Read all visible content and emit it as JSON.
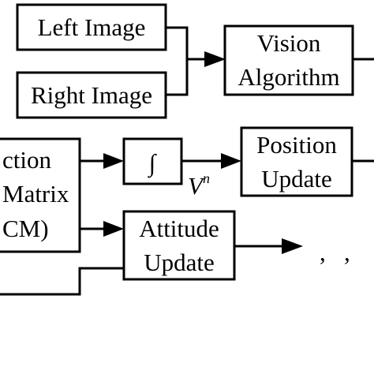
{
  "blocks": {
    "left_image": "Left Image",
    "right_image": "Right Image",
    "vision_algorithm": [
      "Vision",
      "Algorithm"
    ],
    "dcm": [
      "ction",
      "Matrix",
      "CM)"
    ],
    "integrator": "∫",
    "position_update": [
      "Position",
      "Update"
    ],
    "attitude_update": [
      "Attitude",
      "Update"
    ]
  },
  "signals": {
    "velocity_symbol": "V",
    "velocity_superscript": "n",
    "attitude_output_symbols": ",   ,"
  }
}
